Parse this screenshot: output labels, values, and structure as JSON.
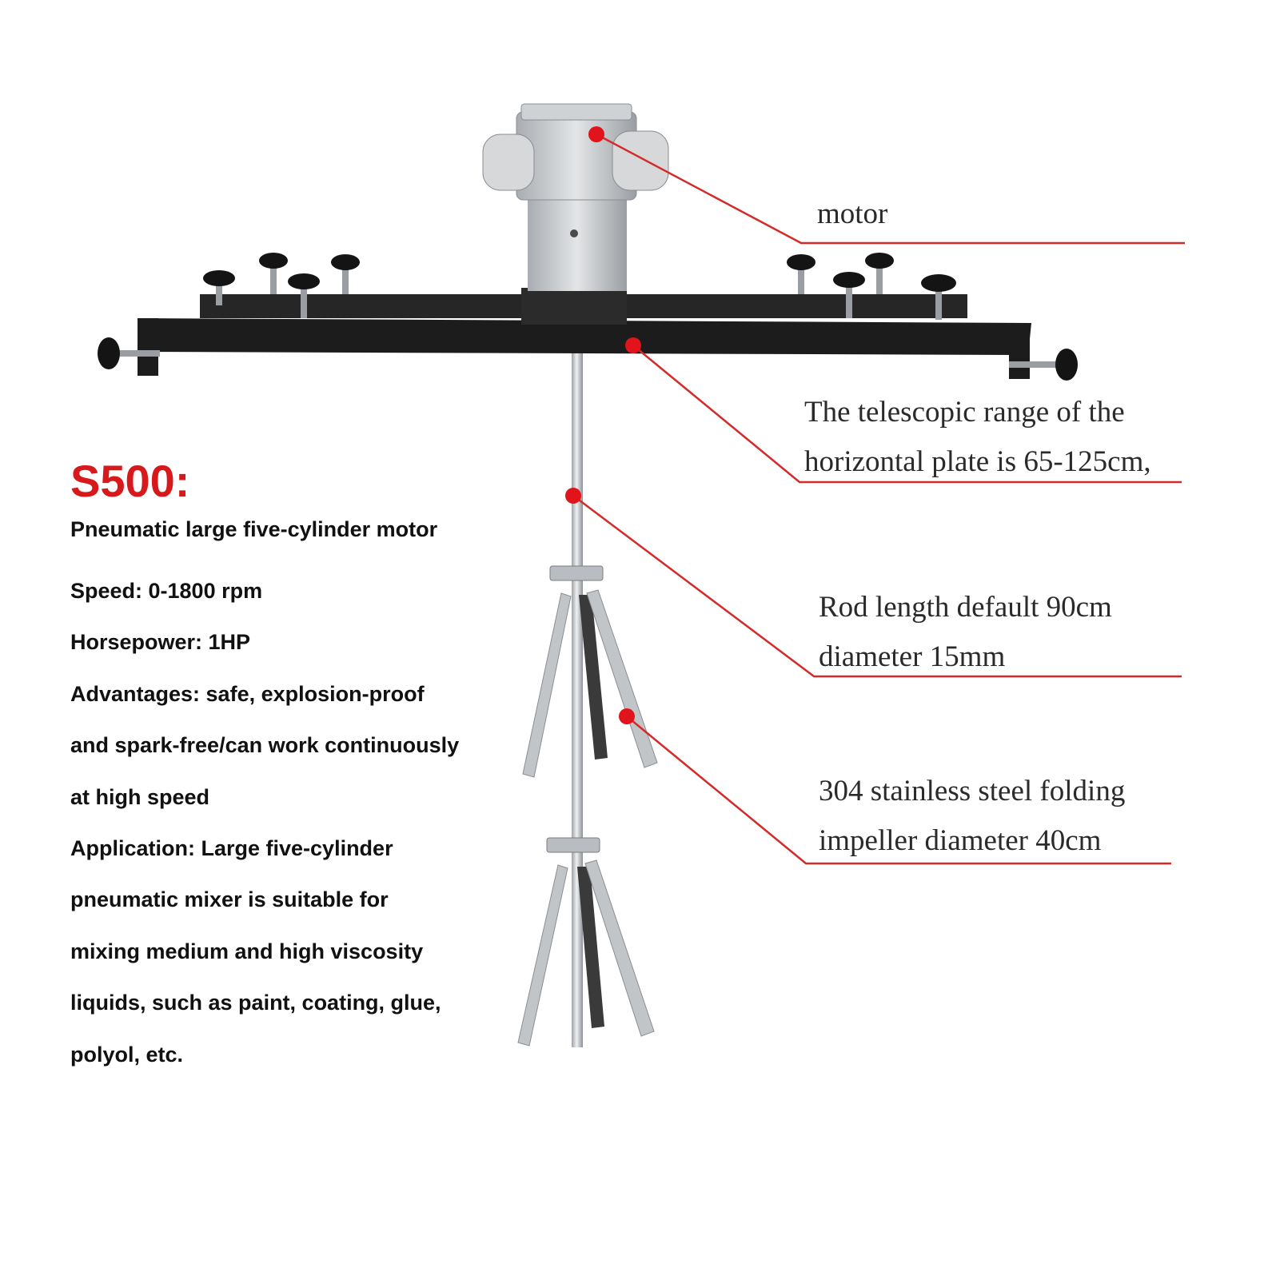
{
  "colors": {
    "accent_red": "#d8191c",
    "callout_line": "#d42a2a",
    "frame_black": "#1c1c1c",
    "steel": "#c9cbce",
    "text_dark": "#111111"
  },
  "callouts": {
    "motor": "motor",
    "plate_line1": "The telescopic range of the",
    "plate_line2": "horizontal plate is 65-125cm,",
    "rod_line1": "Rod length default 90cm",
    "rod_line2": "diameter 15mm",
    "impeller_line1": "304 stainless steel folding",
    "impeller_line2": "impeller diameter 40cm"
  },
  "specs": {
    "model": "S500:",
    "lines": [
      "Pneumatic large five-cylinder motor",
      "Speed: 0-1800 rpm",
      "Horsepower: 1HP",
      "Advantages: safe, explosion-proof",
      "and spark-free/can work continuously",
      "at high speed",
      "Application: Large five-cylinder",
      "pneumatic mixer is suitable for",
      "mixing medium and high viscosity",
      "liquids, such as paint, coating, glue,",
      "polyol, etc."
    ]
  }
}
